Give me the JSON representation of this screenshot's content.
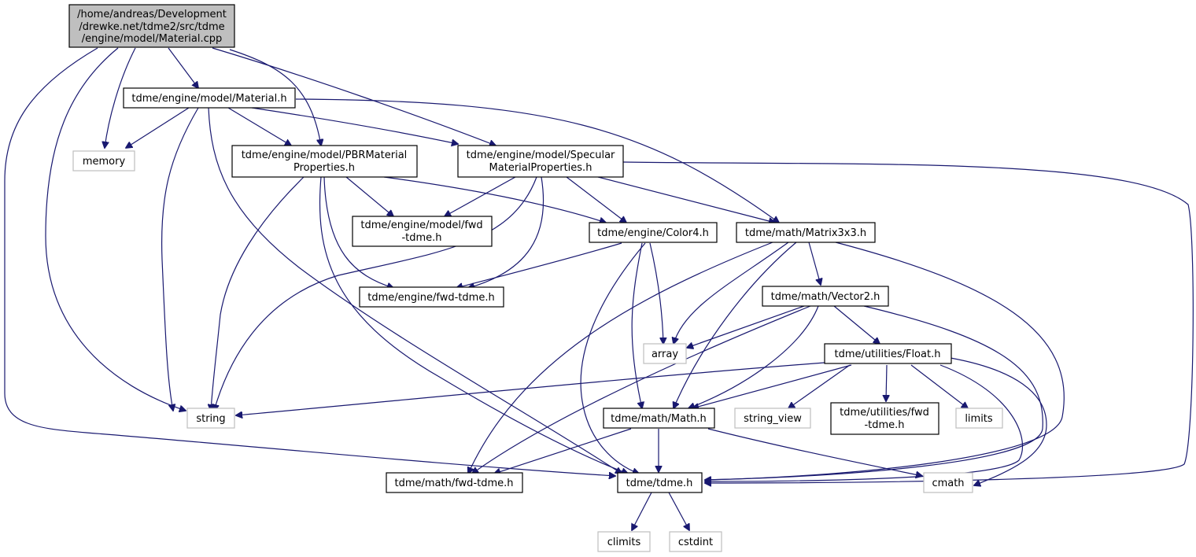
{
  "diagram": {
    "type": "include-dependency-graph",
    "colors": {
      "edge": "#191970",
      "root_fill": "#bfbfbf",
      "node_border": "#000000",
      "external_border": "#bfbfbf"
    },
    "nodes": {
      "root": {
        "lines": [
          "/home/andreas/Development",
          "/drewke.net/tdme2/src/tdme",
          "/engine/model/Material.cpp"
        ]
      },
      "material_h": {
        "lines": [
          "tdme/engine/model/Material.h"
        ]
      },
      "memory": {
        "lines": [
          "memory"
        ]
      },
      "pbr": {
        "lines": [
          "tdme/engine/model/PBRMaterial",
          "Properties.h"
        ]
      },
      "specular": {
        "lines": [
          "tdme/engine/model/Specular",
          "MaterialProperties.h"
        ]
      },
      "model_fwd": {
        "lines": [
          "tdme/engine/model/fwd",
          "-tdme.h"
        ]
      },
      "color4": {
        "lines": [
          "tdme/engine/Color4.h"
        ]
      },
      "matrix3x3": {
        "lines": [
          "tdme/math/Matrix3x3.h"
        ]
      },
      "engine_fwd": {
        "lines": [
          "tdme/engine/fwd-tdme.h"
        ]
      },
      "vector2": {
        "lines": [
          "tdme/math/Vector2.h"
        ]
      },
      "array": {
        "lines": [
          "array"
        ]
      },
      "float_h": {
        "lines": [
          "tdme/utilities/Float.h"
        ]
      },
      "string": {
        "lines": [
          "string"
        ]
      },
      "math_h": {
        "lines": [
          "tdme/math/Math.h"
        ]
      },
      "string_view": {
        "lines": [
          "string_view"
        ]
      },
      "util_fwd": {
        "lines": [
          "tdme/utilities/fwd",
          "-tdme.h"
        ]
      },
      "limits": {
        "lines": [
          "limits"
        ]
      },
      "math_fwd": {
        "lines": [
          "tdme/math/fwd-tdme.h"
        ]
      },
      "tdme_h": {
        "lines": [
          "tdme/tdme.h"
        ]
      },
      "cmath": {
        "lines": [
          "cmath"
        ]
      },
      "climits": {
        "lines": [
          "climits"
        ]
      },
      "cstdint": {
        "lines": [
          "cstdint"
        ]
      }
    }
  }
}
